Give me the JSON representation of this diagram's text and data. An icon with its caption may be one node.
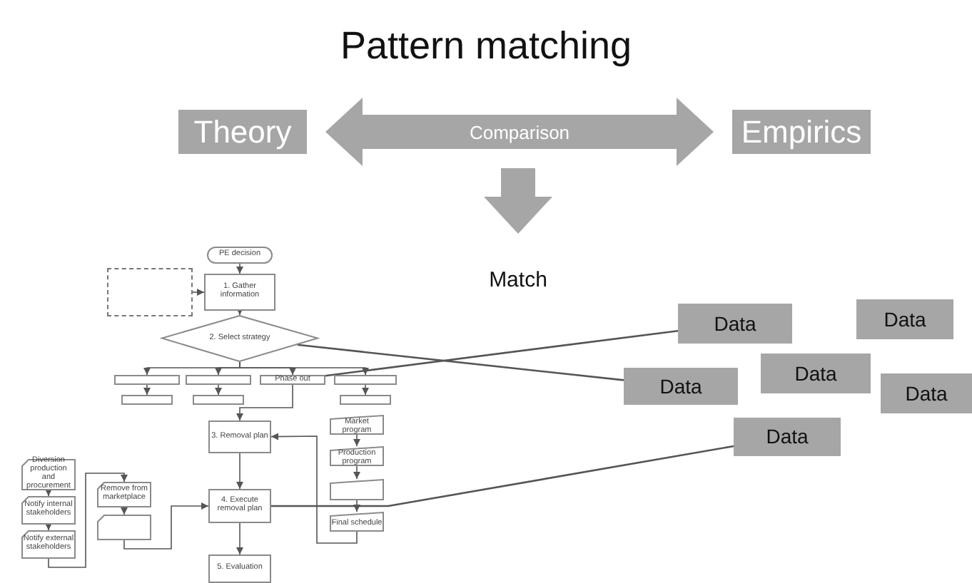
{
  "diagram": {
    "title": "Pattern matching",
    "nodes": [
      {
        "text": [
          "Theory"
        ]
      },
      {
        "text": [
          "Empirics"
        ]
      },
      {
        "text": [
          "Match"
        ]
      },
      {
        "text": [
          "PE decision"
        ]
      },
      {
        "text": [],
        "shape": "box"
      },
      {
        "text": [
          "1. Gather information"
        ]
      },
      {
        "text": [
          "2. Select strategy"
        ]
      },
      {
        "text": [],
        "shape": "box"
      },
      {
        "text": [],
        "shape": "box"
      },
      {
        "text": [
          "Phase out"
        ]
      },
      {
        "text": [],
        "shape": "box"
      },
      {
        "text": [],
        "shape": "box"
      },
      {
        "text": [],
        "shape": "box"
      },
      {
        "text": [],
        "shape": "box"
      },
      {
        "text": [
          "3. Removal plan"
        ]
      },
      {
        "text": [
          "Diversion production and procurement"
        ]
      },
      {
        "text": [
          "Notify internal stakeholders"
        ]
      },
      {
        "text": [
          "Notify external stakeholders"
        ]
      },
      {
        "text": [
          "Remove from marketplace"
        ]
      },
      {
        "text": [],
        "shape": "box"
      },
      {
        "text": [
          "Market program"
        ]
      },
      {
        "text": [
          "Production program"
        ]
      },
      {
        "text": [],
        "shape": "box"
      },
      {
        "text": [
          "Final schedule"
        ]
      },
      {
        "text": [
          "4. Execute removal plan"
        ]
      },
      {
        "text": [
          "5. Evaluation"
        ]
      },
      {
        "text": [
          "Data"
        ]
      },
      {
        "text": [
          "Data"
        ]
      },
      {
        "text": [
          "Data"
        ]
      },
      {
        "text": [
          "Data"
        ]
      },
      {
        "text": [
          "Data"
        ]
      },
      {
        "text": [
          "Data"
        ]
      }
    ],
    "edges": [
      {
        "from": 0,
        "to": 1,
        "arrow": "both",
        "label": "Comparison",
        "style": "thick"
      },
      {
        "from": null,
        "to": 2,
        "arrow": "to",
        "style": "thick"
      },
      {
        "from": 3,
        "to": 5,
        "arrow": "to"
      },
      {
        "from": 4,
        "to": 5,
        "arrow": "to"
      },
      {
        "from": 5,
        "to": 6,
        "arrow": "to"
      },
      {
        "from": 6,
        "to": 7,
        "arrow": "to"
      },
      {
        "from": 6,
        "to": 8,
        "arrow": "to"
      },
      {
        "from": 6,
        "to": 9,
        "arrow": "to"
      },
      {
        "from": 6,
        "to": 10,
        "arrow": "to"
      },
      {
        "from": 7,
        "to": 11,
        "arrow": "to"
      },
      {
        "from": 8,
        "to": 12,
        "arrow": "to"
      },
      {
        "from": 9,
        "to": 14,
        "arrow": "to"
      },
      {
        "from": 10,
        "to": 13,
        "arrow": "to"
      },
      {
        "from": 14,
        "to": 24,
        "arrow": "to"
      },
      {
        "from": 24,
        "to": 25,
        "arrow": "to"
      },
      {
        "from": 15,
        "to": 16,
        "arrow": "to"
      },
      {
        "from": 16,
        "to": 17,
        "arrow": "to"
      },
      {
        "from": 17,
        "to": 18,
        "arrow": "to"
      },
      {
        "from": 18,
        "to": 19,
        "arrow": "to"
      },
      {
        "from": 19,
        "to": 24,
        "arrow": "to"
      },
      {
        "from": 20,
        "to": 21,
        "arrow": "to"
      },
      {
        "from": 21,
        "to": 22,
        "arrow": "to"
      },
      {
        "from": 22,
        "to": 23,
        "arrow": "to"
      },
      {
        "from": 23,
        "to": 14,
        "arrow": "to"
      },
      {
        "from": 26,
        "to": 9,
        "arrow": "none"
      },
      {
        "from": 28,
        "to": 6,
        "arrow": "none"
      },
      {
        "from": 31,
        "to": 24,
        "arrow": "none"
      }
    ]
  }
}
